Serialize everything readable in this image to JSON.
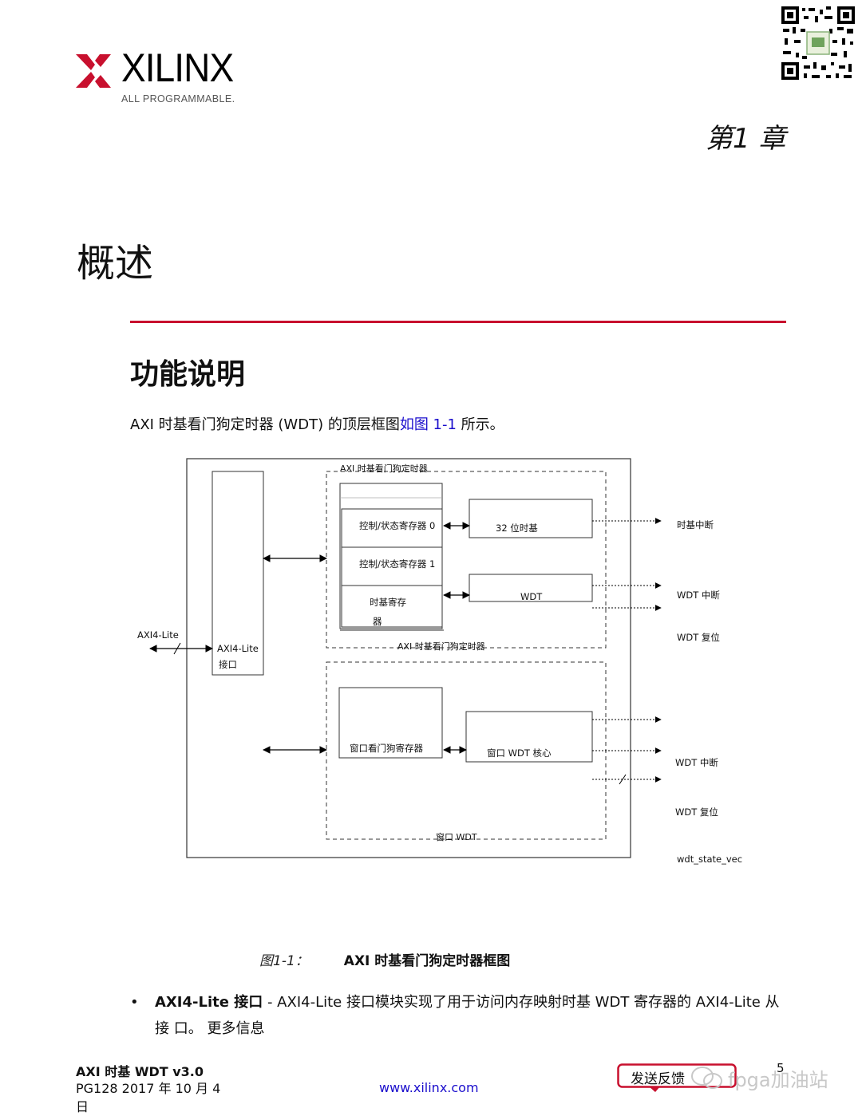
{
  "header": {
    "logo": {
      "brand": "XILINX",
      "tagline": "ALL PROGRAMMABLE.",
      "color": "#c8102e"
    },
    "chapter": "第1 章"
  },
  "page_title": "概述",
  "accent_color": "#c8102e",
  "section": {
    "heading": "功能说明",
    "intro_before": "AXI 时基看门狗定时器 (WDT) 的顶层框图",
    "intro_link": "如图 1-1",
    "intro_after": " 所示。"
  },
  "figure": {
    "outer_group_label": "AXI 时基看门狗定时器",
    "outer_group_label_bottom": "AXI 时基看门狗定时器",
    "window_group_label": "窗口 WDT",
    "axi4_lite_port": "AXI4-Lite",
    "axi4_lite_block": [
      "AXI4-Lite",
      "接口"
    ],
    "registers": [
      "控制/状态寄存器 0",
      "控制/状态寄存器 1",
      "时基寄存",
      "器"
    ],
    "timebase_block": "32 位时基",
    "wdt_block": "WDT",
    "window_reg_block": "窗口看门狗寄存器",
    "window_core_block": "窗口 WDT 核心",
    "outputs_top": [
      "时基中断",
      "WDT 中断",
      "WDT 复位"
    ],
    "outputs_bottom": [
      "WDT 中断",
      "WDT 复位",
      "wdt_state_vec"
    ],
    "caption_num": "图1-1：",
    "caption_title": "AXI 时基看门狗定时器框图"
  },
  "bullet": {
    "bold": "AXI4-Lite 接口",
    "text": " - AXI4-Lite 接口模块实现了用于访问内存映射时基 WDT 寄存器的 AXI4-Lite 从接 口。 更多信息"
  },
  "footer": {
    "title": "AXI 时基 WDT v3.0",
    "doc_info": "PG128 2017 年 10 月 4 日",
    "url": "www.xilinx.com",
    "feedback": "发送反馈",
    "page": "5",
    "watermark": "fpga加油站"
  }
}
